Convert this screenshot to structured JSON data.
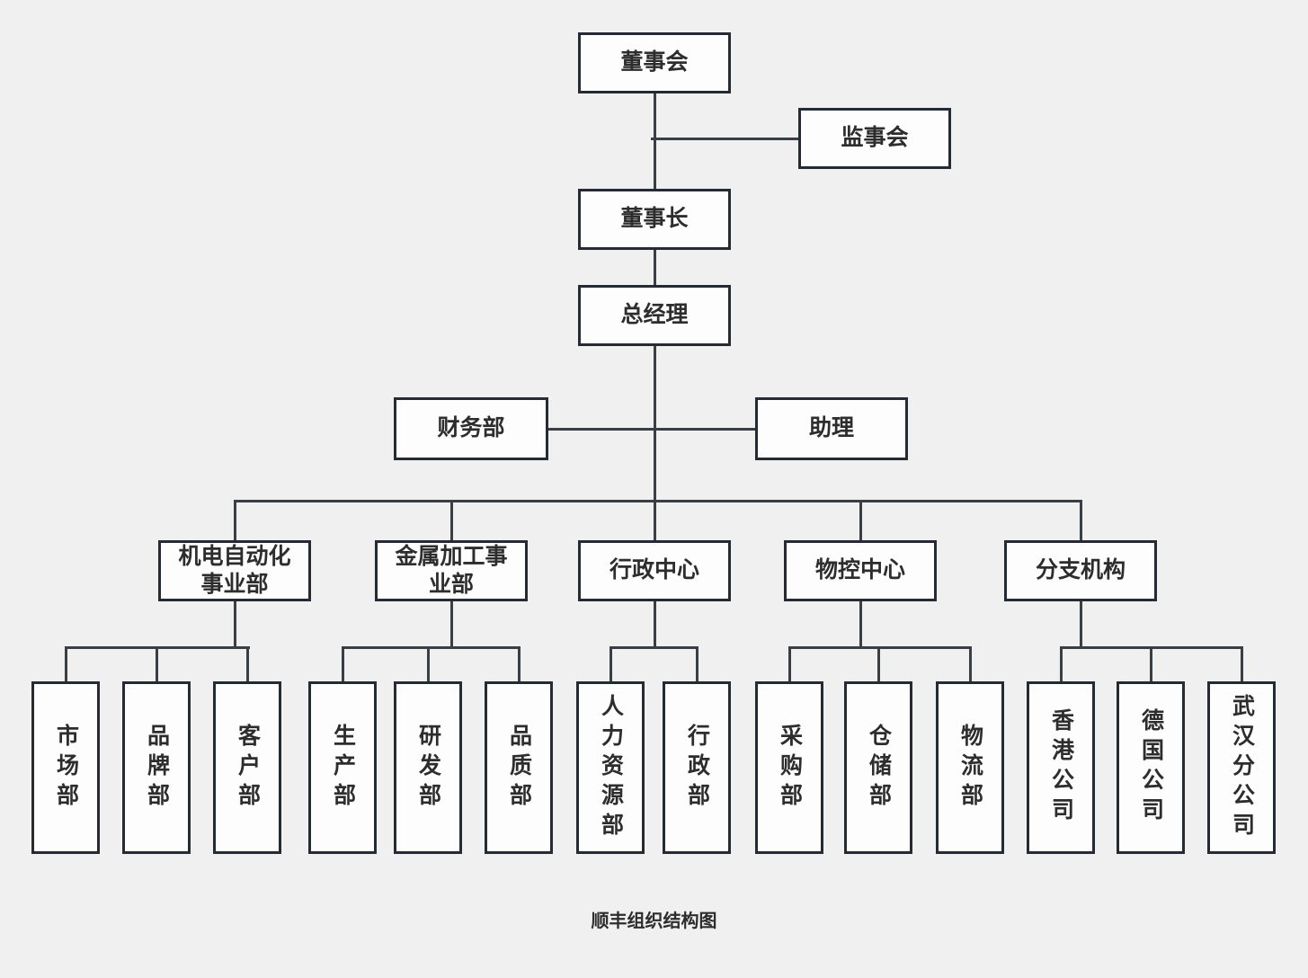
{
  "chart": {
    "caption": "顺丰组织结构图",
    "nodes": {
      "board": "董事会",
      "supervisory": "监事会",
      "chairman": "董事长",
      "gm": "总经理",
      "finance": "财务部",
      "assistant": "助理",
      "div_mech": "机电自动化事业部",
      "div_metal": "金属加工事业部",
      "div_admin_center": "行政中心",
      "div_material": "物控中心",
      "div_branch": "分支机构",
      "dept_market": "市场部",
      "dept_brand": "品牌部",
      "dept_customer": "客户部",
      "dept_production": "生产部",
      "dept_rd": "研发部",
      "dept_quality": "品质部",
      "dept_hr": "人力资源部",
      "dept_admin": "行政部",
      "dept_purchasing": "采购部",
      "dept_warehouse": "仓储部",
      "dept_logistics": "物流部",
      "co_hongkong": "香港公司",
      "co_germany": "德国公司",
      "co_wuhan": "武汉分公司"
    },
    "colors": {
      "background": "#f0f0f0",
      "box_fill": "#fdfdfd",
      "box_border": "#262b33",
      "connector": "#3a3e45",
      "text": "#2d2d2d"
    }
  }
}
